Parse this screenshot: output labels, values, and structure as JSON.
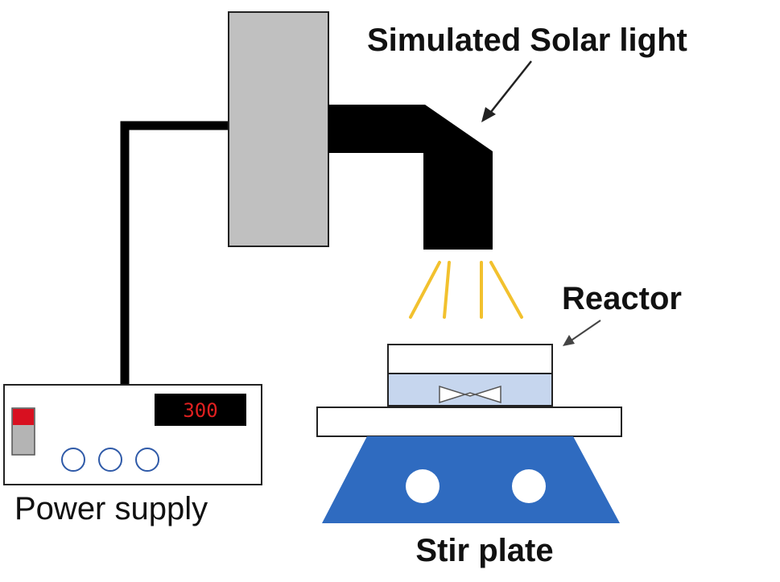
{
  "labels": {
    "light_source": "Simulated Solar light",
    "reactor": "Reactor",
    "power_supply": "Power supply",
    "stir_plate": "Stir plate"
  },
  "power_supply": {
    "display_value": "300",
    "knob_count": 3
  },
  "colors": {
    "lamp_housing": "#c0c0c0",
    "light_guide": "#000000",
    "light_rays": "#f2c12e",
    "reactor_liquid": "#c6d6ee",
    "stir_plate_base": "#2f6bc0",
    "display_background": "#000000",
    "display_text": "#e02020",
    "switch_top": "#d81020",
    "switch_bottom": "#b4b4b4",
    "knob_outline": "#2f5aa8"
  }
}
